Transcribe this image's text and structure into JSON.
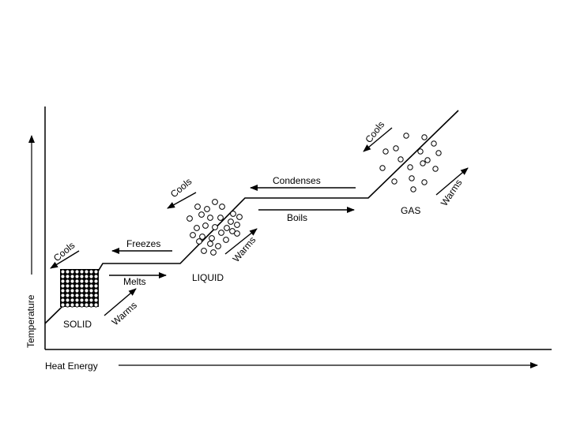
{
  "axes": {
    "x_label": "Heat Energy",
    "y_label": "Temperature"
  },
  "phases": {
    "solid": "SOLID",
    "liquid": "LIQUID",
    "gas": "GAS"
  },
  "transitions": {
    "melts": "Melts",
    "freezes": "Freezes",
    "boils": "Boils",
    "condenses": "Condenses"
  },
  "slope_labels": {
    "cools": "Cools",
    "warms": "Warms"
  },
  "colors": {
    "ink": "#000000",
    "background": "#ffffff"
  }
}
